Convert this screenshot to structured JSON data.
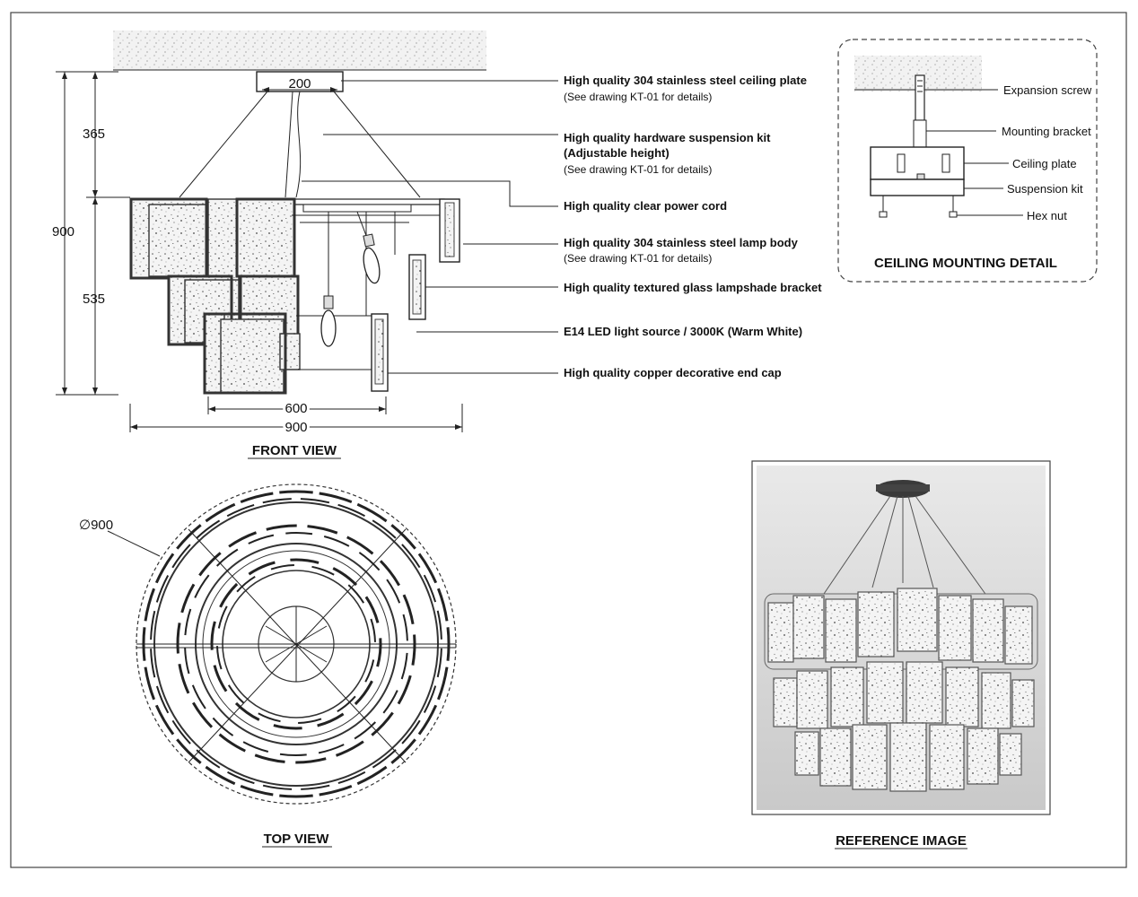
{
  "dimensions": {
    "plate_width": "200",
    "upper_height": "365",
    "total_height": "900",
    "lower_height": "535",
    "inner_width": "600",
    "total_width": "900",
    "diameter": "∅900"
  },
  "callouts": [
    {
      "title": "High quality 304 stainless steel ceiling plate",
      "note": "(See drawing KT-01 for details)"
    },
    {
      "title": "High quality hardware suspension kit",
      "title2": "(Adjustable height)",
      "note": "(See drawing KT-01 for details)"
    },
    {
      "title": "High quality clear power cord"
    },
    {
      "title": "High quality 304 stainless steel lamp body",
      "note": "(See drawing KT-01 for details)"
    },
    {
      "title": "High quality textured glass lampshade bracket"
    },
    {
      "title": "E14 LED light source / 3000K (Warm White)"
    },
    {
      "title": "High quality copper decorative end cap"
    }
  ],
  "mounting_detail": {
    "title": "CEILING MOUNTING DETAIL",
    "labels": [
      "Expansion screw",
      "Mounting bracket",
      "Ceiling plate",
      "Suspension kit",
      "Hex nut"
    ]
  },
  "views": {
    "front": "FRONT VIEW",
    "top": "TOP VIEW",
    "reference": "REFERENCE IMAGE"
  }
}
